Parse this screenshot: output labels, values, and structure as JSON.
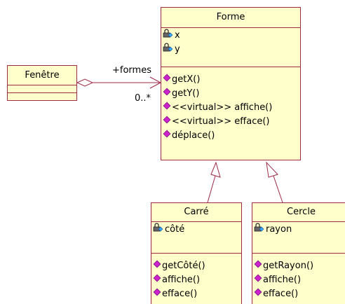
{
  "colors": {
    "class_fill": "#ffffcc",
    "class_border": "#9e2a46",
    "line": "#9e2a46",
    "private_icon": "lock-icon",
    "public_icon": "diamond-icon"
  },
  "fenetre": {
    "name": "Fenêtre"
  },
  "forme": {
    "name": "Forme",
    "attributes": [
      "x",
      "y"
    ],
    "operations": [
      "getX()",
      "getY()",
      "<<virtual>> affiche()",
      "<<virtual>> efface()",
      "déplace()"
    ]
  },
  "carre": {
    "name": "Carré",
    "attributes": [
      "côté"
    ],
    "operations": [
      "getCôté()",
      "affiche()",
      "efface()"
    ]
  },
  "cercle": {
    "name": "Cercle",
    "attributes": [
      "rayon"
    ],
    "operations": [
      "getRayon()",
      "affiche()",
      "efface()"
    ]
  },
  "association": {
    "role": "+formes",
    "multiplicity": "0..*"
  }
}
